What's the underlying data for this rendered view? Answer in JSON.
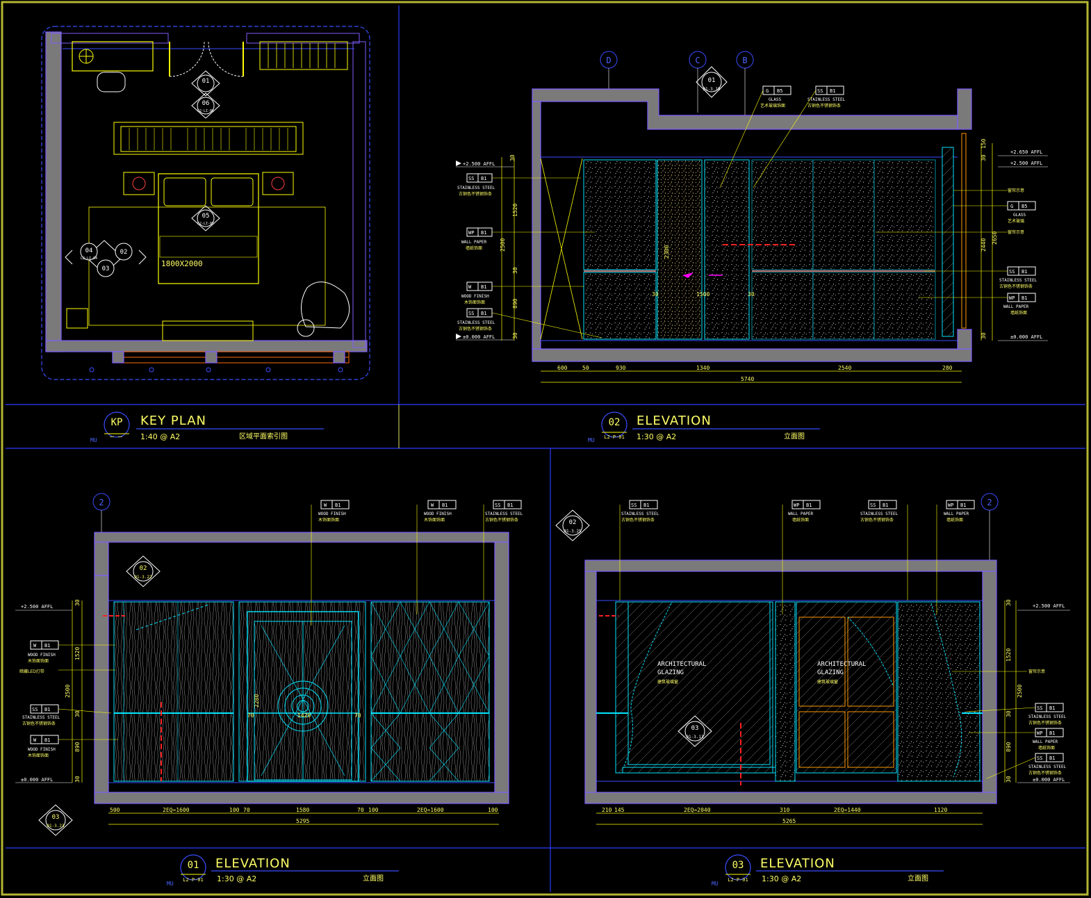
{
  "panels": {
    "key_plan": {
      "code": "KP",
      "title": "KEY PLAN",
      "scale": "1:40 @ A2",
      "cn": "区域平面索引图",
      "mark": "MU",
      "bed_label": "1800X2000",
      "callouts": [
        {
          "num": "01",
          "ref": ""
        },
        {
          "num": "06",
          "ref": "L2-LI-06"
        },
        {
          "num": "05",
          "ref": "L2-LI-05"
        },
        {
          "num": "04",
          "ref": "L2-LI-04"
        },
        {
          "num": "02",
          "ref": ""
        },
        {
          "num": "03",
          "ref": ""
        }
      ]
    },
    "elev02": {
      "code": "02",
      "title": "ELEVATION",
      "ref": "L2-P-01",
      "scale": "1:30 @ A2",
      "cn": "立面图",
      "mark": "MU",
      "grid": [
        "D",
        "C",
        "B"
      ],
      "section_mark": {
        "num": "01",
        "ref": "01-3.19"
      },
      "levels_left": [
        "+2.500 AFFL",
        "±0.000 AFFL"
      ],
      "levels_right": [
        "+2.650 AFFL",
        "+2.500 AFFL",
        "±0.000 AFFL"
      ],
      "tags_left": [
        {
          "code": "SS",
          "id": "B1",
          "name": "STAINLESS STEEL",
          "cn": "古铜色不锈钢饰条"
        },
        {
          "code": "WP",
          "id": "B1",
          "name": "WALL PAPER",
          "cn": "墙纸饰面"
        },
        {
          "code": "W",
          "id": "B1",
          "name": "WOOD FINISH",
          "cn": "木饰面饰面"
        },
        {
          "code": "SS",
          "id": "B1",
          "name": "STAINLESS STEEL",
          "cn": "古铜色不锈钢饰条"
        }
      ],
      "tags_top": [
        {
          "code": "G",
          "id": "B5",
          "name": "GLASS",
          "cn": "艺术玻璃饰面"
        },
        {
          "code": "SS",
          "id": "B1",
          "name": "STAINLESS STEEL",
          "cn": "古铜色不锈钢饰条"
        }
      ],
      "tags_right": [
        {
          "code": "",
          "id": "",
          "name": "",
          "cn": "窗帘示意"
        },
        {
          "code": "G",
          "id": "B5",
          "name": "GLASS",
          "cn": "艺术玻璃"
        },
        {
          "code": "",
          "id": "",
          "name": "",
          "cn": "窗帘示意"
        },
        {
          "code": "SS",
          "id": "B1",
          "name": "STAINLESS STEEL",
          "cn": "古铜色不锈钢饰条"
        },
        {
          "code": "WP",
          "id": "B1",
          "name": "WALL PAPER",
          "cn": "墙纸饰面"
        }
      ],
      "dims_bottom": [
        "600",
        "50",
        "930",
        "1340",
        "2540",
        "280"
      ],
      "dim_total": "5740",
      "dims_left": [
        "30",
        "1520",
        "30",
        "890",
        "30"
      ],
      "dim_left_total": "2500",
      "dims_right": [
        "150",
        "30",
        "2440",
        "30"
      ],
      "dim_right_total": "2650",
      "inner_dims": [
        "2300",
        "1500",
        "30",
        "30"
      ]
    },
    "elev01": {
      "code": "01",
      "title": "ELEVATION",
      "ref": "L2-P-01",
      "scale": "1:30 @ A2",
      "cn": "立面图",
      "mark": "MU",
      "grid": [
        "2"
      ],
      "section_mark": {
        "num": "02",
        "ref": "01-3.22"
      },
      "section_mark2": {
        "num": "03",
        "ref": "01-3.23"
      },
      "levels": [
        "+2.500 AFFL",
        "±0.000 AFFL"
      ],
      "tags_left": [
        {
          "code": "W",
          "id": "B1",
          "name": "WOOD FINISH",
          "cn": "木饰面饰面"
        },
        {
          "code": "",
          "id": "",
          "name": "",
          "cn": "暗藏LED灯带"
        },
        {
          "code": "SS",
          "id": "B1",
          "name": "STAINLESS STEEL",
          "cn": "古铜色不锈钢饰条"
        },
        {
          "code": "W",
          "id": "B1",
          "name": "WOOD FINISH",
          "cn": "木饰面饰面"
        }
      ],
      "tags_top": [
        {
          "code": "W",
          "id": "B1",
          "name": "WOOD FINISH",
          "cn": "木饰面饰面"
        },
        {
          "code": "W",
          "id": "B1",
          "name": "WOOD FINISH",
          "cn": "木饰面饰面"
        },
        {
          "code": "SS",
          "id": "B1",
          "name": "STAINLESS STEEL",
          "cn": "古铜色不锈钢饰条"
        }
      ],
      "dims_bottom": [
        "500",
        "2EQ=1600",
        "100",
        "70",
        "1580",
        "70",
        "100",
        "2EQ=1600",
        "100"
      ],
      "dim_total": "5295",
      "dims_left": [
        "30",
        "1520",
        "30",
        "890",
        "30"
      ],
      "dim_left_total": "2500",
      "inner_dims": [
        "2280",
        "1420",
        "70",
        "70"
      ]
    },
    "elev03": {
      "code": "03",
      "title": "ELEVATION",
      "ref": "L2-P-01",
      "scale": "1:30 @ A2",
      "cn": "立面图",
      "mark": "MU",
      "grid": [
        "2"
      ],
      "section_mark": {
        "num": "02",
        "ref": "01-3.25"
      },
      "section_mark2": {
        "num": "03",
        "ref": "01-3.11"
      },
      "levels": [
        "+2.500 AFFL",
        "±0.000 AFFL"
      ],
      "glazing": [
        "ARCHITECTURAL",
        "GLAZING",
        "建筑玻璃窗"
      ],
      "tags_top": [
        {
          "code": "SS",
          "id": "B1",
          "name": "STAINLESS STEEL",
          "cn": "古铜色不锈钢饰条"
        },
        {
          "code": "WP",
          "id": "B1",
          "name": "WALL PAPER",
          "cn": "墙纸饰面"
        },
        {
          "code": "SS",
          "id": "B1",
          "name": "STAINLESS STEEL",
          "cn": "古铜色不锈钢饰条"
        },
        {
          "code": "WP",
          "id": "B1",
          "name": "WALL PAPER",
          "cn": "墙纸饰面"
        }
      ],
      "tags_right": [
        {
          "code": "",
          "id": "",
          "name": "",
          "cn": "窗帘示意"
        },
        {
          "code": "SS",
          "id": "B1",
          "name": "STAINLESS STEEL",
          "cn": "古铜色不锈钢饰条"
        },
        {
          "code": "WP",
          "id": "B1",
          "name": "WALL PAPER",
          "cn": "墙纸饰面"
        },
        {
          "code": "SS",
          "id": "B1",
          "name": "STAINLESS STEEL",
          "cn": "古铜色不锈钢饰条"
        }
      ],
      "dims_bottom": [
        "210",
        "145",
        "2EQ=2040",
        "310",
        "2EQ=1440",
        "1120"
      ],
      "dim_total": "5265",
      "dims_right": [
        "30",
        "1520",
        "30",
        "890",
        "30"
      ],
      "dim_right_total": "2500"
    }
  },
  "colors": {
    "background": "#000000",
    "frame": "#b5b533",
    "panel_line": "#2a3cff",
    "wall_fill": "#7a7a7a",
    "annotation": "#ffff00",
    "finish_line": "#00e5ff"
  }
}
